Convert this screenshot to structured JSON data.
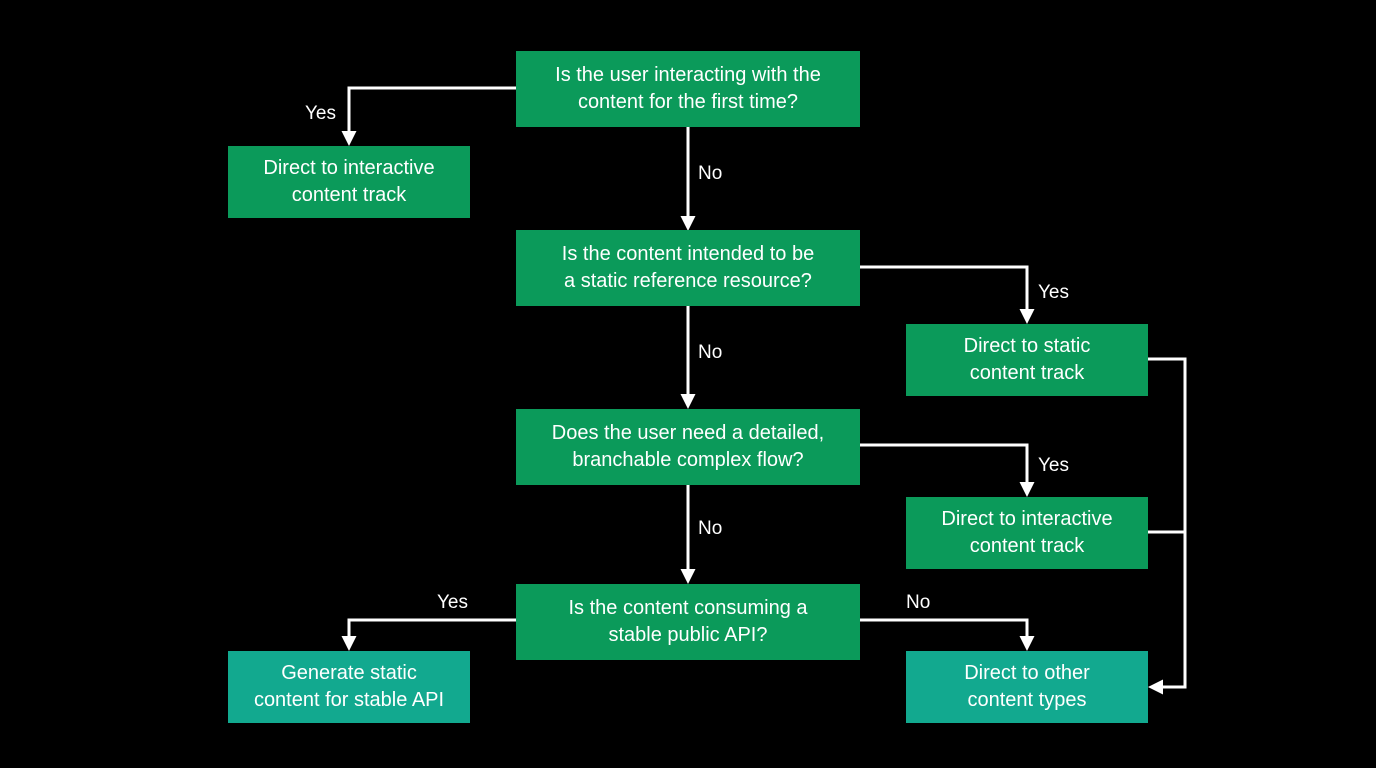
{
  "colors": {
    "background": "#000000",
    "decision_fill": "#0b9a5a",
    "outcome_fill": "#12a98f",
    "line": "#ffffff",
    "text": "#ffffff"
  },
  "nodes": {
    "q1": "Is the user interacting with the\ncontent for the first time?",
    "interactive_1": "Direct to interactive\ncontent track",
    "q2": "Is the content intended to be\na static reference resource?",
    "static_track": "Direct to static\ncontent track",
    "q3": "Does the user need a detailed,\nbranchable complex flow?",
    "interactive_2": "Direct to interactive\ncontent track",
    "q4": "Is the content consuming a\nstable public API?",
    "generate_static": "Generate static\ncontent for stable API",
    "other_types": "Direct to other\ncontent types"
  },
  "edges": {
    "q1_yes": "Yes",
    "q1_no": "No",
    "q2_yes": "Yes",
    "q2_no": "No",
    "q3_yes": "Yes",
    "q3_no": "No",
    "q4_yes": "Yes",
    "q4_no": "No"
  }
}
